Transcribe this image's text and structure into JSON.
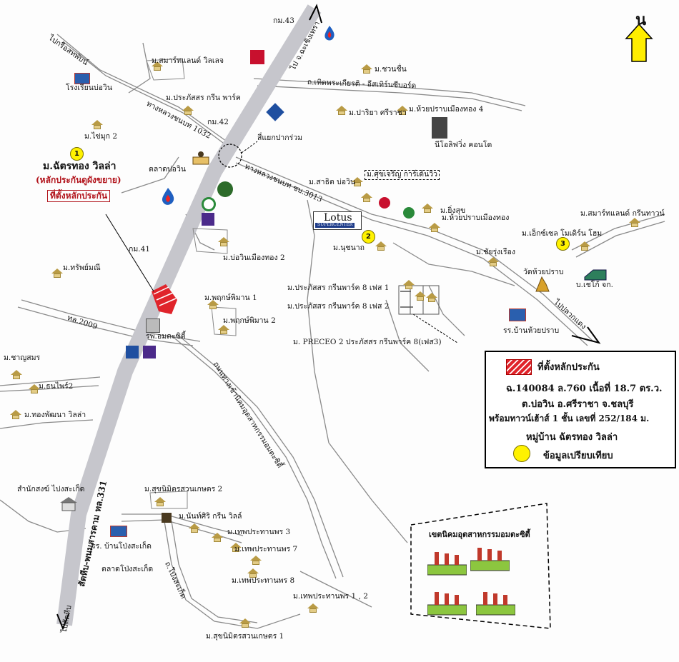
{
  "map": {
    "north_label": "น",
    "roads": {
      "sukhumvit_north": "ไป จ.ฉะเชิงเทรา",
      "to_lat_krabang": "ไปกรือสทพับน์",
      "hwy_1032": "ทางหลวงชนบท 1032",
      "hwy_3013": "ทางหลวงชนบท ชบ.3013",
      "junction": "สี่แยกปากร่วม",
      "road_pattaya_east": "ถ.เทิดพระเกียรติ - อีสเทิร์นซีบอร์ด",
      "hwy_2009": "ทล.2009",
      "hwy_331": "สัตหีบ-พนมสารคาม ทล.331",
      "to_sattahip": "ไปสัตหีบ",
      "to_pluak_daeng": "ไปปลวกแดง",
      "amata_road": "ถนนทางเข้านิคมอุตสาหกรรมอมตะซิตี้",
      "pong_road": "ถ.โป่งสะเก็ด"
    },
    "km_markers": [
      "กม.43",
      "กม.42",
      "กม.41"
    ],
    "villages": [
      "ม.สมาร์ทแลนด์ วิลเลจ",
      "ม.ประภัสสร กรีน พาร์ค",
      "ม.ไข่มุก 2",
      "ม.ชวนชื่น",
      "ม.ปาริยา ศรีราชา",
      "ม.ห้วยปราบเมืองทอง 4",
      "ม.สาธิต บ่อวิน",
      "ม.ศุขเจริญ การ์เด้นวิว",
      "ม.ยิ่งสุข",
      "ม.ห้วยปราบเมืองทอง",
      "ม.สมาร์ทแลนด์ กรีนทาวน์",
      "ม.เอ็กซ์เซล โมเดิร์น โฮม",
      "ม.ชัยรุ่งเรือง",
      "ม.นุชนาถ",
      "ม.บ่อวินเมืองทอง 2",
      "ม.ทรัพย์มณี",
      "ม.พฤกษ์พิมาน 1",
      "ม.พฤกษ์พิมาน 2",
      "ม.ประภัสสร กรีนพาร์ค 8 เฟส 1",
      "ม.ประภัสสร กรีนพาร์ค 8 เฟส 2",
      "ม. PRECEO 2 ประภัสสร กรีนพาร์ค 8(เฟส3)",
      "ม.ชาญสมร",
      "ม.ธนไพร์2",
      "ม.ทองพัฒนา วิลล่า",
      "ม.สุขนิมิตรสวนเกษตร 2",
      "ม.นันท์ศิริ กรีน วิลล์",
      "ม.เทพประทานพร 3",
      "ม.เทพประทานพร 7",
      "ม.เทพประทานพร 8",
      "ม.เทพประทานพร 1 , 2",
      "ม.สุขนิมิตรสวนเกษตร 1"
    ],
    "places": {
      "school_bowin": "โรงเรียนบ่อวิน",
      "market_bowin": "ตลาดบ่อวิน",
      "condo": "นีโอลิฟวิ่ง คอนโด",
      "lotus": "Lotus",
      "lotus_sub": "SUPERCENTER",
      "temple": "วัดห้วยปราบ",
      "company": "บ.เชโก้ จก.",
      "school_huaiprap": "รร.บ้านห้วยปราบ",
      "hospital": "รพ.อมตะซิตี้",
      "monk_office": "สำนักสงฆ์ ไปงสะเก็ด",
      "school_pong": "รร. บ้านโป่งสะเก็ด",
      "market_pong": "ตลาดโป่งสะเก็ด",
      "industrial_zone": "เขตนิคมอุตสาหกรรมอมตะซิตี้"
    },
    "subject": {
      "name": "ม.ฉัตรทอง วิลล่า",
      "subtitle": "(หลักประกันดูผังขยาย)",
      "site": "ที่ตั้งหลักประกัน",
      "pin": "1"
    },
    "pins": [
      "1",
      "2",
      "3"
    ],
    "legend": {
      "site_label": "ที่ตั้งหลักประกัน",
      "line1": "ฉ.140084 ล.760 เนื้อที่ 18.7 ตร.ว.",
      "line2": "ต.บ่อวิน อ.ศรีราชา จ.ชลบุรี",
      "line3": "พร้อมทาวน์เฮ้าส์ 1 ชั้น เลขที่ 252/184 ม.",
      "line4": "หมู่บ้าน ฉัตรทอง วิลล่า",
      "compare_label": "ข้อมูลเปรียบเทียบ"
    },
    "colors": {
      "main_road": "#c8c8cc",
      "minor_road": "#8a8a8a",
      "pin": "#fff200",
      "site": "#e0242b",
      "arrow": "#ffee00",
      "subject_text": "#b2141c"
    }
  }
}
